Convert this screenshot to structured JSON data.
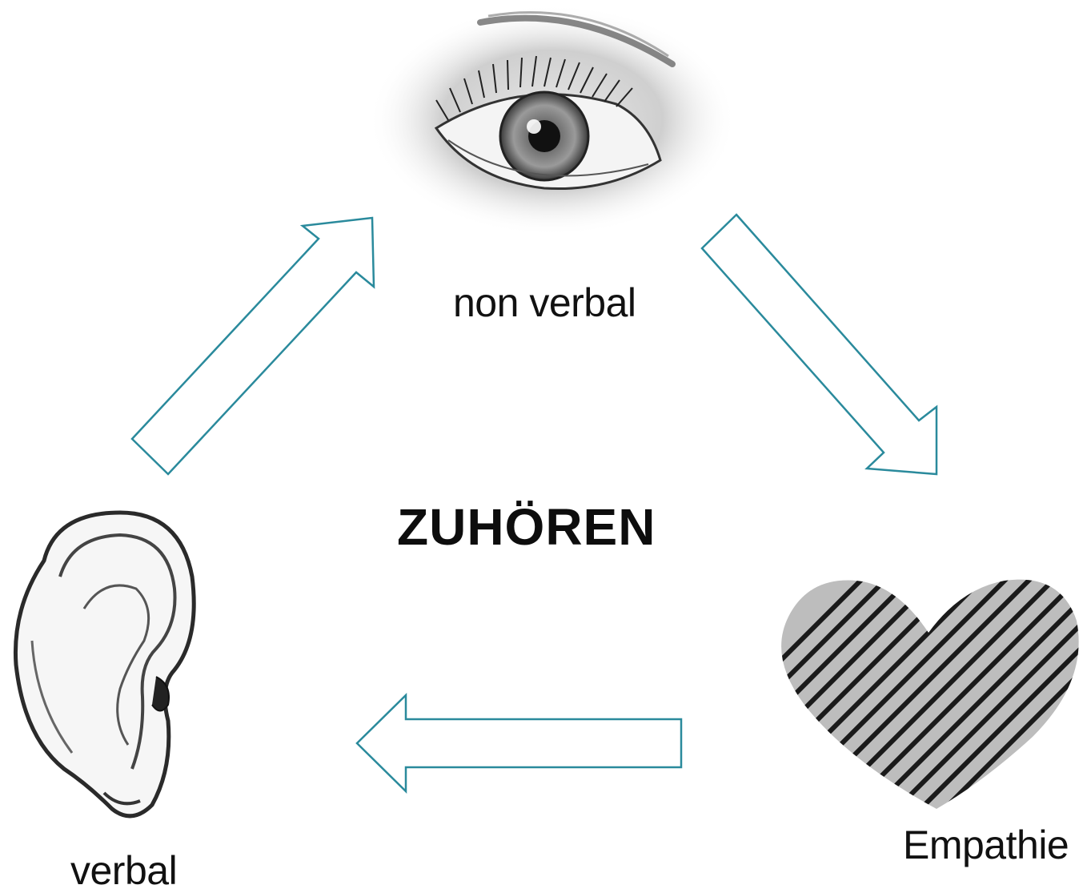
{
  "diagram": {
    "title": "ZUHÖREN",
    "nodes": [
      {
        "id": "eye",
        "label": "non verbal",
        "icon": "eye-icon"
      },
      {
        "id": "heart",
        "label": "Empathie",
        "icon": "heart-icon"
      },
      {
        "id": "ear",
        "label": "verbal",
        "icon": "ear-icon"
      }
    ],
    "arrows": [
      {
        "from": "ear",
        "to": "eye"
      },
      {
        "from": "eye",
        "to": "heart"
      },
      {
        "from": "heart",
        "to": "ear"
      }
    ],
    "colors": {
      "arrow_stroke": "#2a8a9c",
      "text": "#111111",
      "sketch": "#3a3a3a"
    }
  }
}
